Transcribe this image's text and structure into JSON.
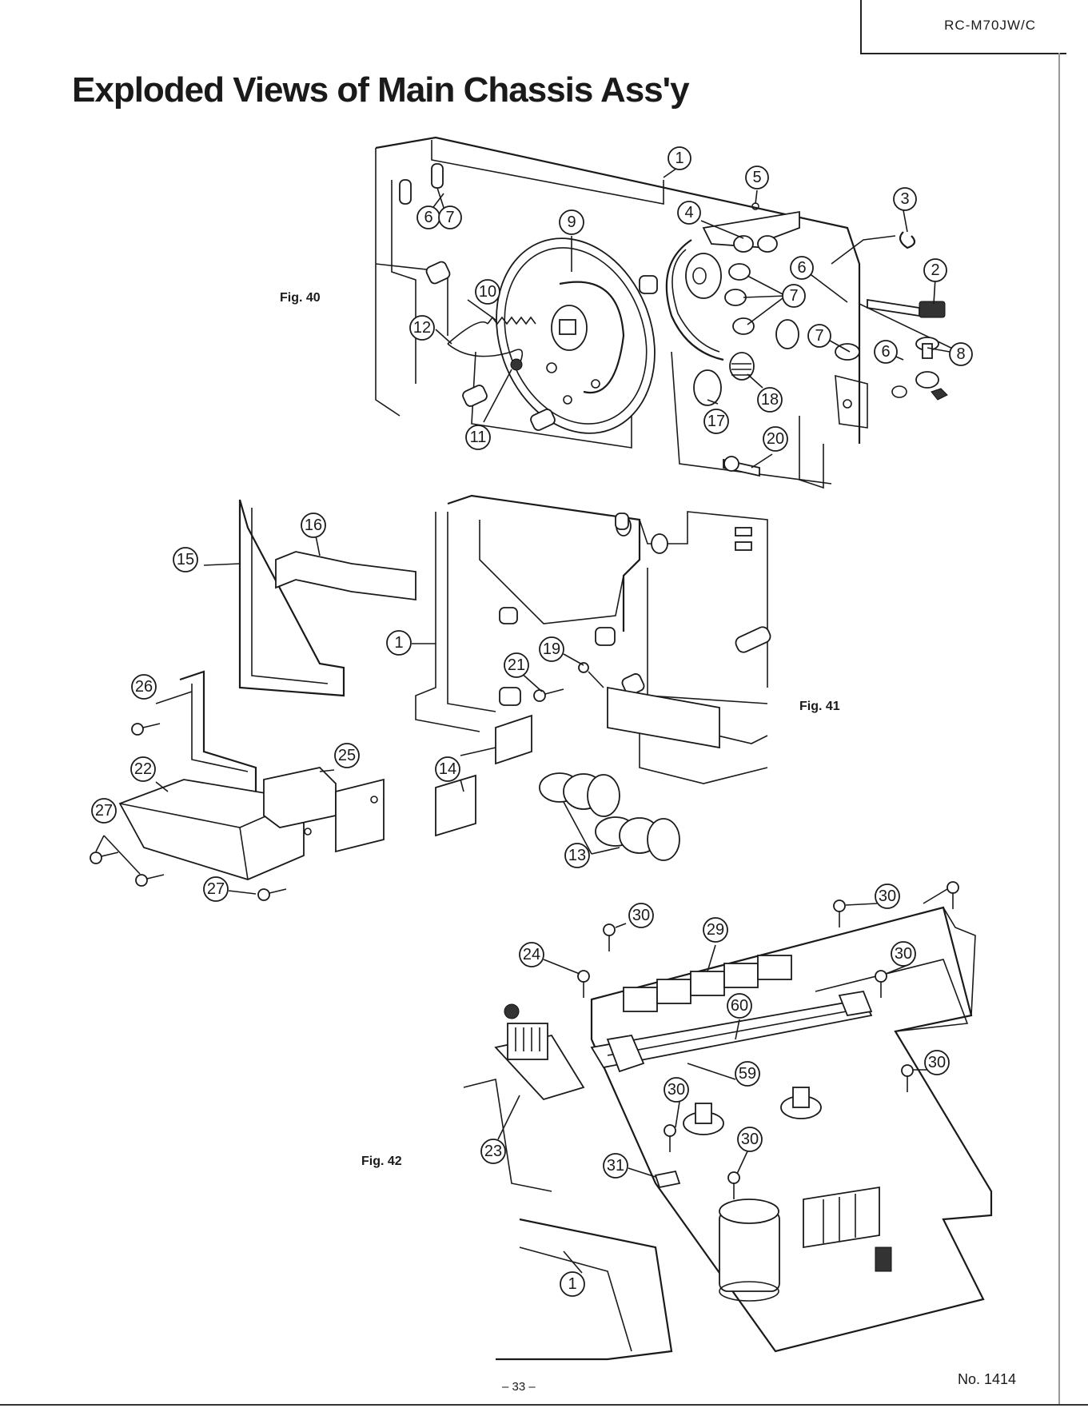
{
  "header": {
    "model": "RC-M70JW/C",
    "title": "Exploded Views of Main Chassis Ass'y"
  },
  "figures": {
    "fig40": "Fig. 40",
    "fig41": "Fig. 41",
    "fig42": "Fig. 42"
  },
  "callouts": {
    "fig40": [
      "1",
      "2",
      "3",
      "4",
      "5",
      "6",
      "7",
      "6",
      "7",
      "7",
      "6",
      "8",
      "9",
      "10",
      "11",
      "12",
      "17",
      "18",
      "20"
    ],
    "fig41": [
      "15",
      "16",
      "1",
      "19",
      "21",
      "26",
      "22",
      "25",
      "14",
      "27",
      "13",
      "27"
    ],
    "fig42": [
      "30",
      "29",
      "30",
      "24",
      "30",
      "60",
      "30",
      "59",
      "23",
      "30",
      "30",
      "31",
      "1"
    ]
  },
  "footer": {
    "page": "– 33 –",
    "doc_no": "No. 1414"
  }
}
